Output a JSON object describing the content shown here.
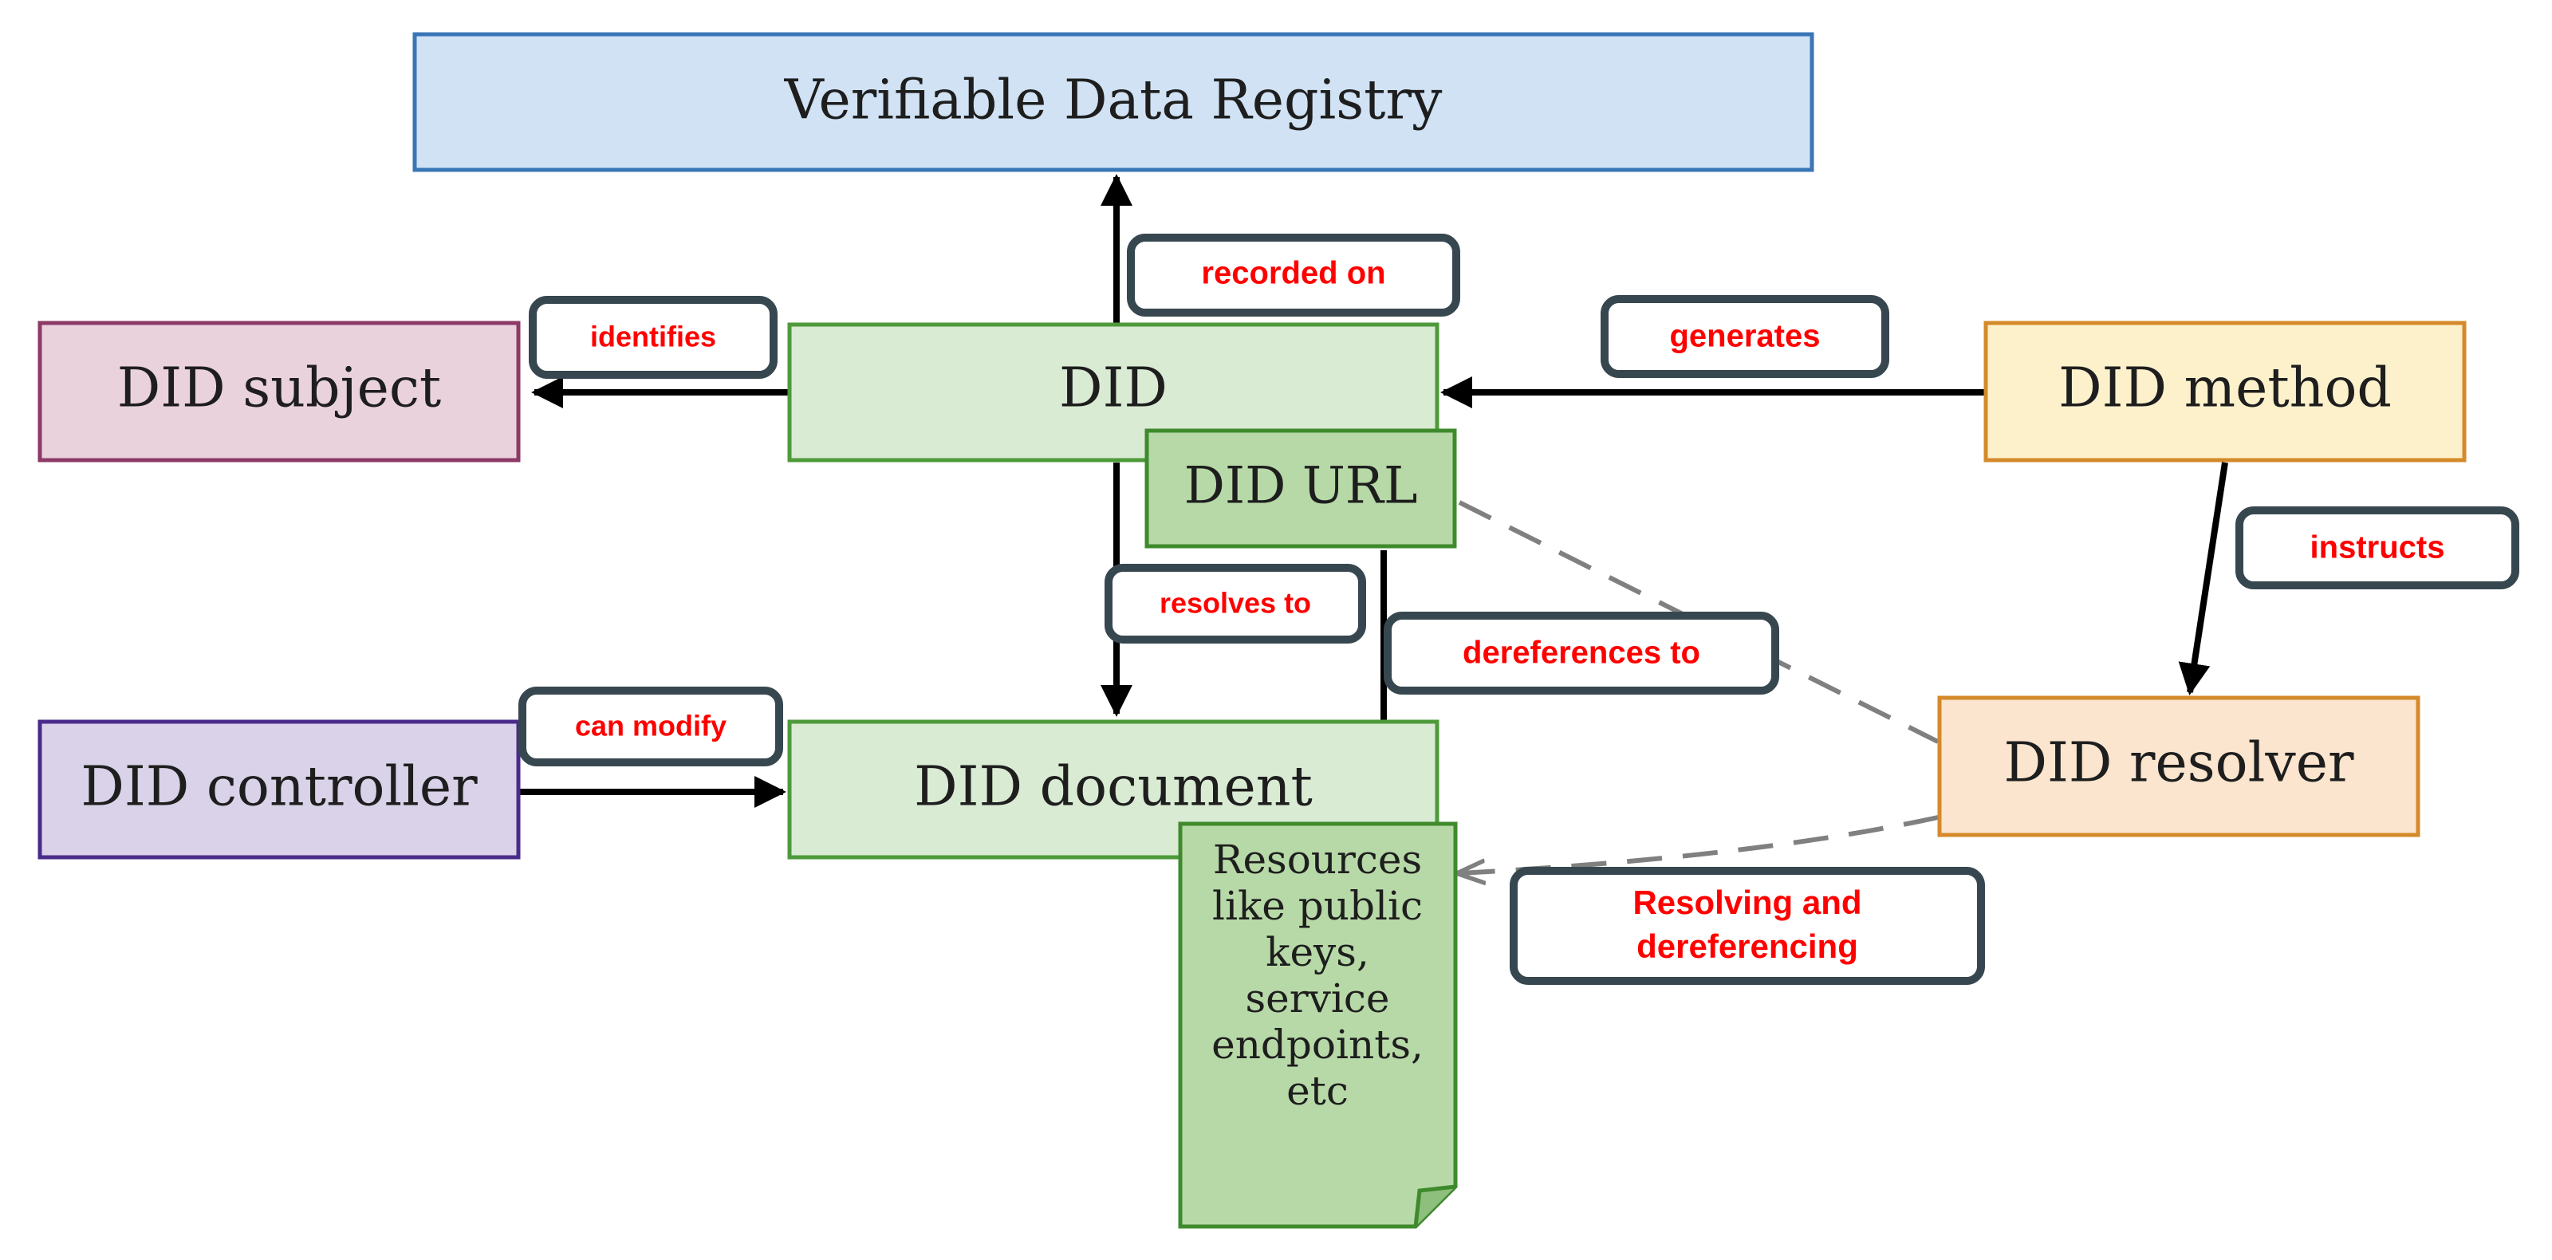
{
  "nodes": {
    "registry": "Verifiable Data Registry",
    "subject": "DID subject",
    "did": "DID",
    "did_url": "DID URL",
    "method": "DID method",
    "controller": "DID controller",
    "document": "DID document",
    "resolver": "DID resolver",
    "resources": [
      "Resources",
      "like public",
      "keys,",
      "service",
      "endpoints,",
      "etc"
    ]
  },
  "edge_labels": {
    "recorded_on": "recorded on",
    "identifies": "identifies",
    "generates": "generates",
    "instructs": "instructs",
    "resolves_to": "resolves to",
    "dereferences_to": "dereferences to",
    "can_modify": "can modify",
    "resolving_line1": "Resolving and",
    "resolving_line2": "dereferencing"
  },
  "colors": {
    "registry_fill": "#d0e2f4",
    "registry_stroke": "#3a76b6",
    "subject_fill": "#ead2dd",
    "subject_stroke": "#8c3a66",
    "did_fill": "#d9ebd3",
    "did_stroke": "#4e9a3a",
    "did_url_fill": "#b7d9a7",
    "did_url_stroke": "#3f8a2c",
    "method_fill": "#fdf1cc",
    "method_stroke": "#d48a2a",
    "controller_fill": "#d9d2e8",
    "controller_stroke": "#4a2b8a",
    "document_fill": "#d9ebd3",
    "document_stroke": "#4e9a3a",
    "resolver_fill": "#fbe5ce",
    "resolver_stroke": "#d48a2a",
    "resources_fill": "#b7d9a7",
    "resources_stroke": "#3f8a2c",
    "label_text": "#ff0000",
    "label_border": "#37474f"
  }
}
